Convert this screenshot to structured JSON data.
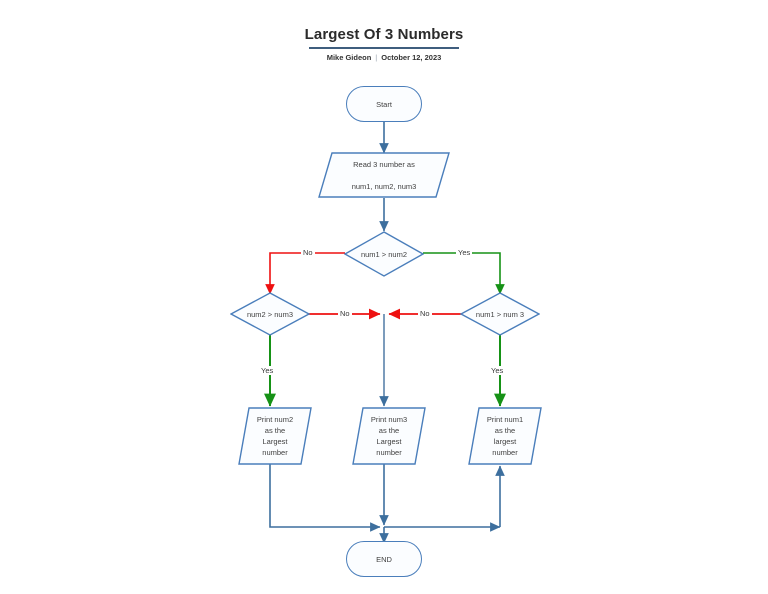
{
  "header": {
    "title": "Largest Of 3 Numbers",
    "author": "Mike Gideon",
    "separator": "|",
    "date": "October 12, 2023"
  },
  "colors": {
    "node_stroke": "#4a7ebb",
    "node_fill": "#fbfdff",
    "flow_blue": "#3d6f9e",
    "yes_green": "#169216",
    "no_red": "#ee1111",
    "title_rule": "#3f5e7e",
    "text": "#404040"
  },
  "chart_data": {
    "type": "diagram",
    "title": "Largest Of 3 Numbers",
    "nodes": [
      {
        "id": "start",
        "shape": "terminal",
        "label": "Start"
      },
      {
        "id": "read",
        "shape": "parallelogram",
        "label": "Read 3 number as\n\nnum1, num2, num3"
      },
      {
        "id": "d1",
        "shape": "diamond",
        "label": "num1 > num2"
      },
      {
        "id": "d2",
        "shape": "diamond",
        "label": "num2 > num3"
      },
      {
        "id": "d3",
        "shape": "diamond",
        "label": "num1 > num 3"
      },
      {
        "id": "print2",
        "shape": "parallelogram",
        "label": "Print num2\nas the\nLargest\nnumber"
      },
      {
        "id": "print3",
        "shape": "parallelogram",
        "label": "Print num3\nas the\nLargest\nnumber"
      },
      {
        "id": "print1",
        "shape": "parallelogram",
        "label": "Print num1\nas the\nlargest\nnumber"
      },
      {
        "id": "end",
        "shape": "terminal",
        "label": "END"
      }
    ],
    "edges": [
      {
        "from": "start",
        "to": "read",
        "label": "",
        "color": "#3d6f9e"
      },
      {
        "from": "read",
        "to": "d1",
        "label": "",
        "color": "#3d6f9e"
      },
      {
        "from": "d1",
        "to": "d2",
        "label": "No",
        "color": "#ee1111"
      },
      {
        "from": "d1",
        "to": "d3",
        "label": "Yes",
        "color": "#169216"
      },
      {
        "from": "d2",
        "to": "print2",
        "label": "Yes",
        "color": "#169216"
      },
      {
        "from": "d2",
        "to": "print3",
        "label": "No",
        "color": "#ee1111"
      },
      {
        "from": "d3",
        "to": "print1",
        "label": "Yes",
        "color": "#169216"
      },
      {
        "from": "d3",
        "to": "print3",
        "label": "No",
        "color": "#ee1111"
      },
      {
        "from": "print3",
        "to": "end",
        "label": "",
        "color": "#3d6f9e"
      },
      {
        "from": "print2",
        "to": "end",
        "label": "",
        "color": "#3d6f9e"
      },
      {
        "from": "print1",
        "to": "end",
        "label": "",
        "color": "#3d6f9e"
      }
    ]
  },
  "labels": {
    "no_left": "No",
    "yes_right": "Yes",
    "no_mid_left": "No",
    "no_mid_right": "No",
    "yes_left_down": "Yes",
    "yes_right_down": "Yes"
  }
}
